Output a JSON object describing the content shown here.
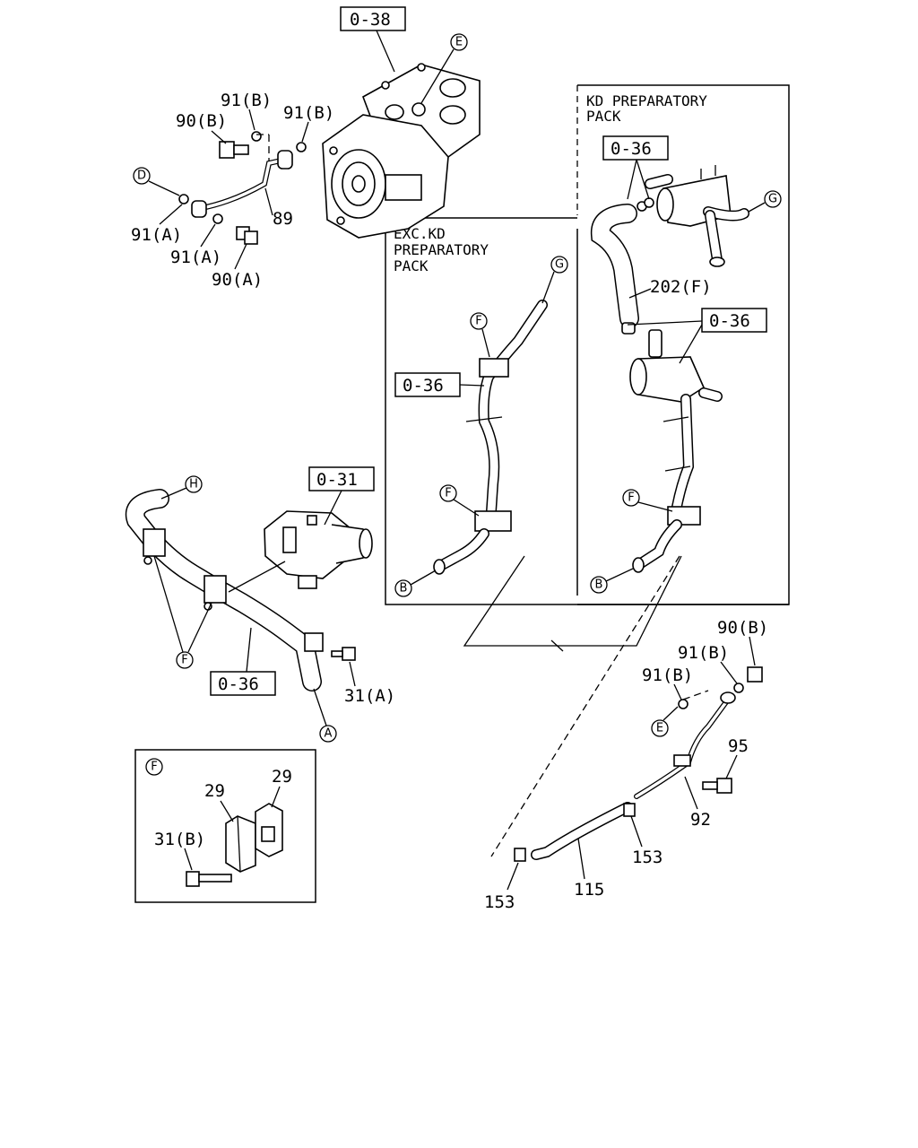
{
  "panels": {
    "kd": [
      "KD PREPARATORY",
      "PACK"
    ],
    "exc": [
      "EXC.KD",
      "PREPARATORY",
      "PACK"
    ],
    "detail_f": "F"
  },
  "refs": {
    "r038": "0-38",
    "r036_kd_top": "0-36",
    "r036_kd_mid": "0-36",
    "r036_exc": "0-36",
    "r031": "0-31",
    "r036_main": "0-36"
  },
  "parts": {
    "p91B_a": "91(B)",
    "p91B_b": "91(B)",
    "p90B_a": "90(B)",
    "p91A_a": "91(A)",
    "p91A_b": "91(A)",
    "p90A": "90(A)",
    "p89": "89",
    "p202F": "202(F)",
    "p31A": "31(A)",
    "p90B_b": "90(B)",
    "p91B_c": "91(B)",
    "p91B_d": "91(B)",
    "p95": "95",
    "p92": "92",
    "p153_a": "153",
    "p153_b": "153",
    "p115": "115",
    "p29_a": "29",
    "p29_b": "29",
    "p31B": "31(B)"
  },
  "markers": {
    "E1": "E",
    "D1": "D",
    "G1": "G",
    "G2": "G",
    "F1": "F",
    "F2": "F",
    "F3": "F",
    "F4": "F",
    "B1": "B",
    "B2": "B",
    "H1": "H",
    "A1": "A",
    "E2": "E"
  }
}
